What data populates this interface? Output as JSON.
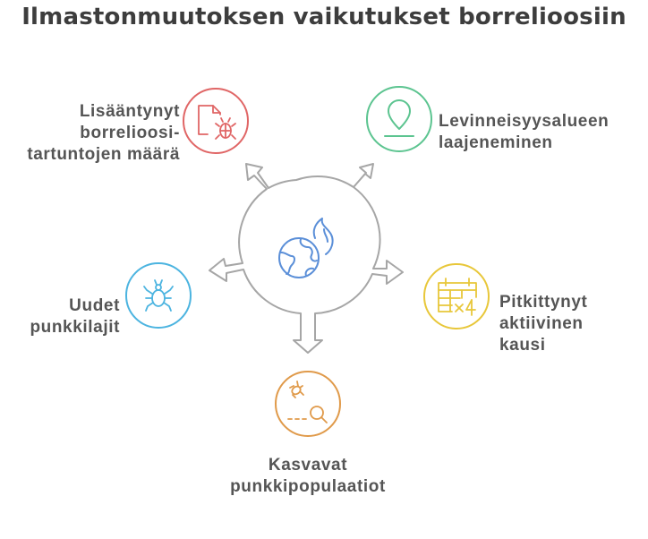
{
  "title": "Ilmastonmuutoksen vaikutukset borrelioosiin",
  "center": {
    "icon": "globe-with-flame-icon"
  },
  "nodes": [
    {
      "id": "infections",
      "lines": [
        "Lisääntynyt",
        "borrelioosi-",
        "tartuntojen määrä"
      ],
      "icon": "document-with-bug-icon",
      "color": "#e06666"
    },
    {
      "id": "range",
      "lines": [
        "Levinneisyysalueen",
        "laajeneminen"
      ],
      "icon": "location-pin-icon",
      "color": "#5cc490"
    },
    {
      "id": "season",
      "lines": [
        "Pitkittynyt",
        "aktiivinen",
        "kausi"
      ],
      "icon": "calendar-times-four-icon",
      "color": "#e8c73a"
    },
    {
      "id": "population",
      "lines": [
        "Kasvavat",
        "punkkipopulaatiot"
      ],
      "icon": "tick-magnifier-icon",
      "color": "#e09a4a"
    },
    {
      "id": "species",
      "lines": [
        "Uudet",
        "punkkilajit"
      ],
      "icon": "tick-icon",
      "color": "#4cb4e0"
    }
  ],
  "colors": {
    "hub": "#a6a6a6",
    "globe": "#5b8fd8",
    "text": "#555555",
    "title": "#3d3d3d"
  }
}
